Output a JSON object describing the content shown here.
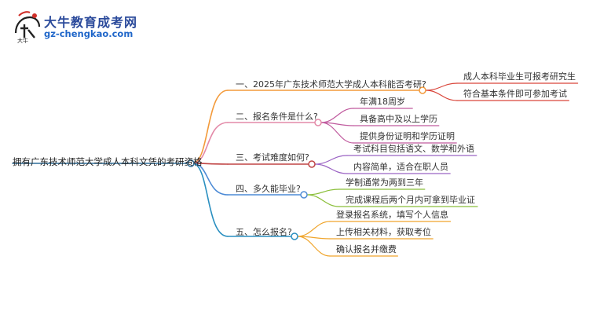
{
  "brand": {
    "title": "大牛教育成考网",
    "url": "gz-chengkao.com",
    "mark_text": "大牛"
  },
  "mindmap": {
    "root": "拥有广东技术师范大学成人本科文凭的考研资格",
    "branches": [
      {
        "label": "一、2025年广东技术师范大学成人本科能否考研?",
        "color": "#f39a3a",
        "children": [
          "成人本科毕业生可报考研究生",
          "符合基本条件即可参加考试"
        ],
        "child_color": "#d9463b"
      },
      {
        "label": "二、报名条件是什么?",
        "color": "#e38aa8",
        "children": [
          "年满18周岁",
          "具备高中及以上学历",
          "提供身份证明和学历证明"
        ],
        "child_color": "#c05a9e"
      },
      {
        "label": "三、考试难度如何?",
        "color": "#c04545",
        "children": [
          "考试科目包括语文、数学和外语",
          "内容简单，适合在职人员"
        ],
        "child_color": "#9b63c4"
      },
      {
        "label": "四、多久能毕业?",
        "color": "#4d8bd6",
        "children": [
          "学制通常为两到三年",
          "完成课程后两个月内可拿到毕业证"
        ],
        "child_color": "#8bbf3a"
      },
      {
        "label": "五、怎么报名?",
        "color": "#2a8fc0",
        "children": [
          "登录报名系统，填写个人信息",
          "上传相关材料，获取考位",
          "确认报名并缴费"
        ],
        "child_color": "#f0a52c"
      }
    ]
  }
}
